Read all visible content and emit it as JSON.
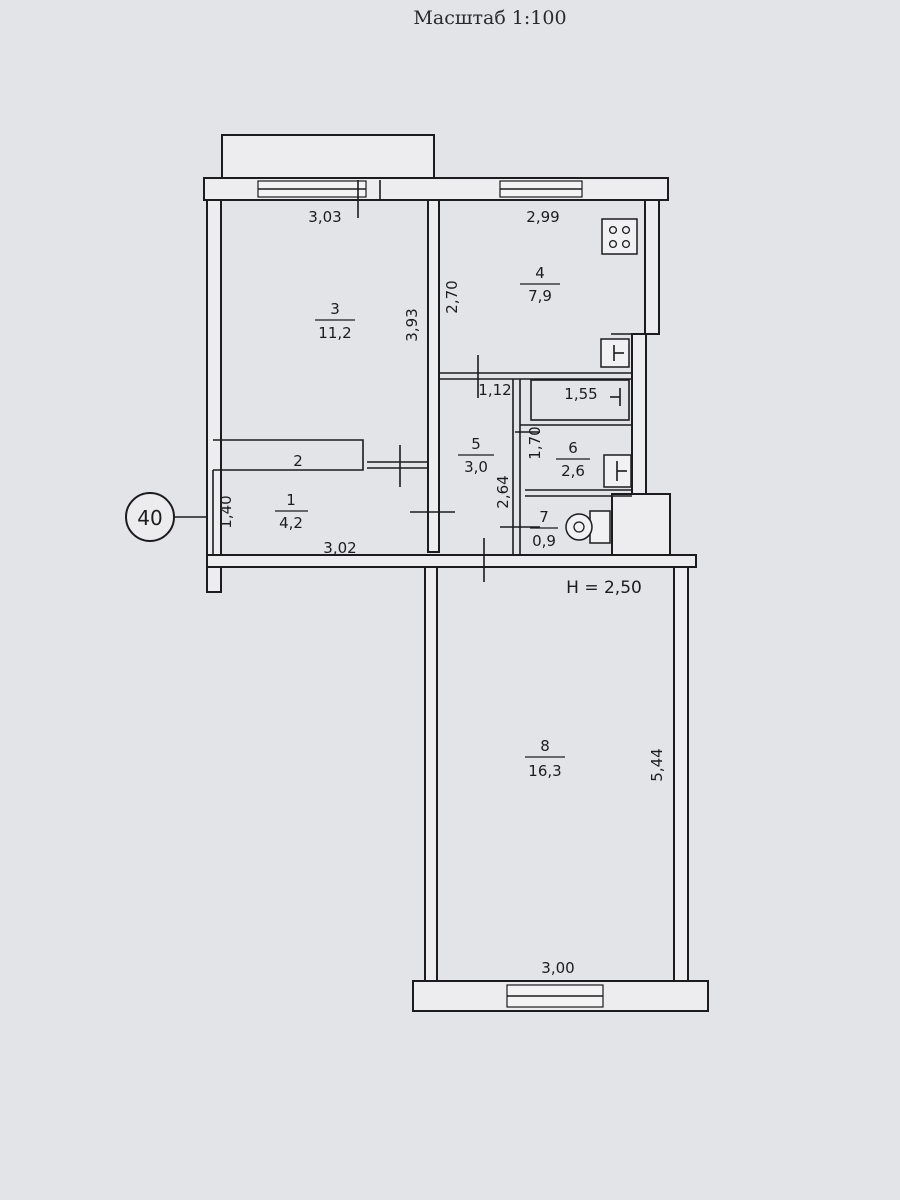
{
  "scale_title": "Масштаб 1:100",
  "ceiling_height": "H = 2,50",
  "apartment_no": "40",
  "rooms": [
    {
      "num": "1",
      "area": "4,2"
    },
    {
      "num": "2",
      "area": ""
    },
    {
      "num": "3",
      "area": "11,2"
    },
    {
      "num": "4",
      "area": "7,9"
    },
    {
      "num": "5",
      "area": "3,0"
    },
    {
      "num": "6",
      "area": "2,6"
    },
    {
      "num": "7",
      "area": "0,9"
    },
    {
      "num": "8",
      "area": "16,3"
    }
  ],
  "dims": {
    "room3_width": "3,03",
    "room3_depth": "3,93",
    "room4_width": "2,99",
    "room4_depth": "2,70",
    "corridor_width": "1,12",
    "bath_width": "1,55",
    "bath_depth": "1,70",
    "hall_depth": "2,64",
    "room1_depth": "1,40",
    "room1_width": "3,02",
    "room8_depth": "5,44",
    "room8_width": "3,00"
  }
}
